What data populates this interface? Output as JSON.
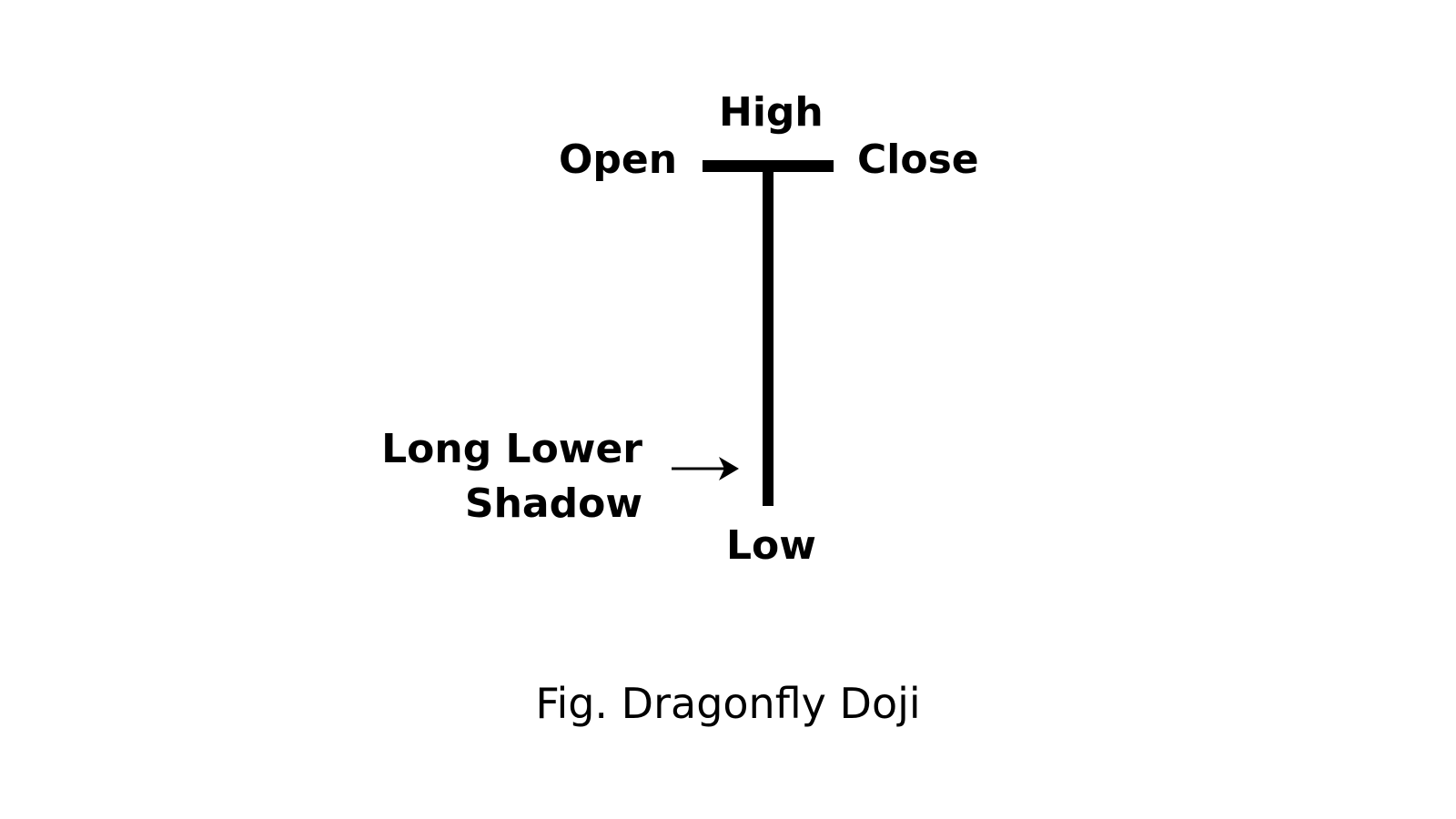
{
  "candle": {
    "high_label": "High",
    "open_label": "Open",
    "close_label": "Close",
    "low_label": "Low",
    "shadow_label_line1": "Long Lower",
    "shadow_label_line2": "Shadow"
  },
  "caption": "Fig. Dragonfly Doji",
  "colors": {
    "ink": "#000000",
    "background": "#ffffff"
  },
  "icons": {
    "pointer": "arrow-right-icon"
  }
}
